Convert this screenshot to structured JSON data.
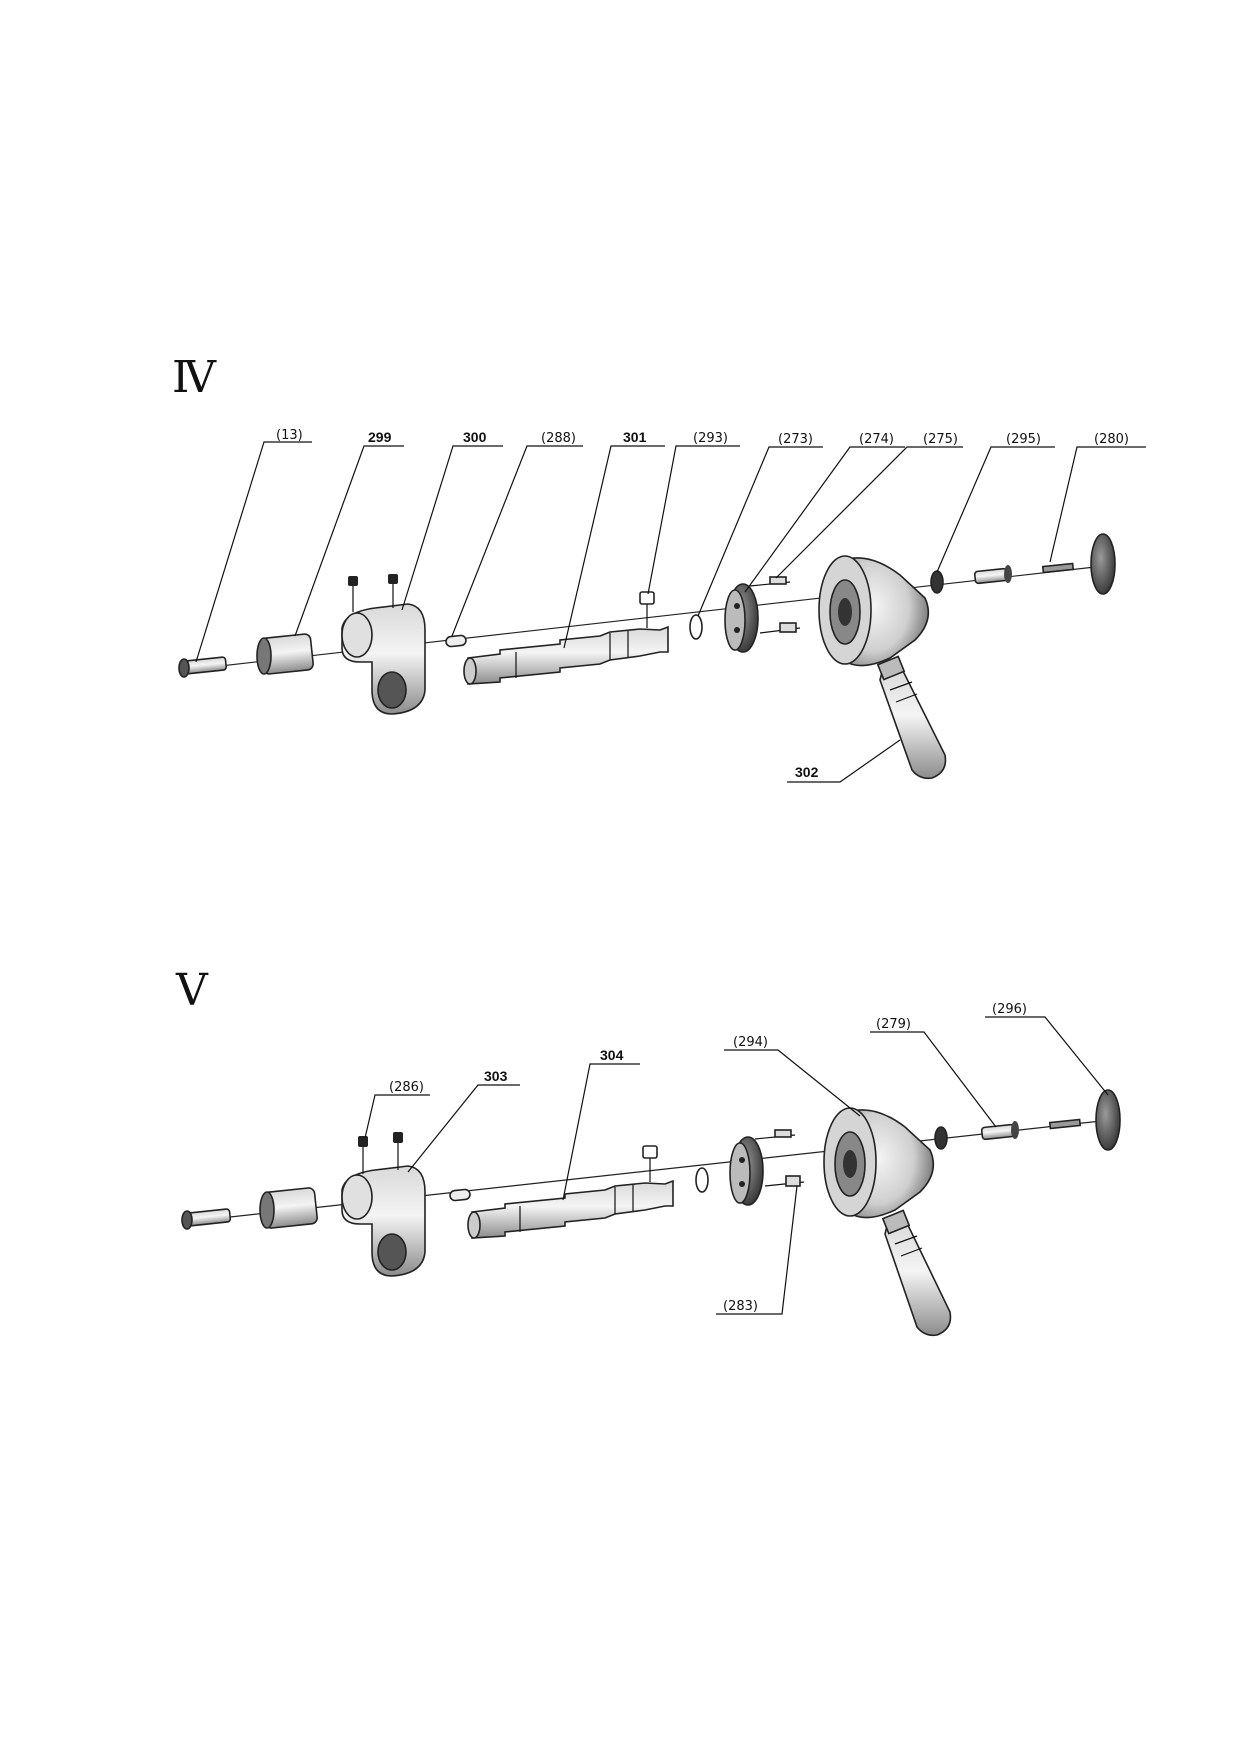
{
  "sections": [
    {
      "title": "Ⅳ",
      "labels": [
        "(13)",
        "299",
        "300",
        "(288)",
        "301",
        "(293)",
        "(273)",
        "(274)",
        "(275)",
        "(295)",
        "(280)",
        "302"
      ]
    },
    {
      "title": "Ⅴ",
      "labels": [
        "(286)",
        "303",
        "304",
        "(294)",
        "(279)",
        "(296)",
        "(283)"
      ]
    }
  ]
}
